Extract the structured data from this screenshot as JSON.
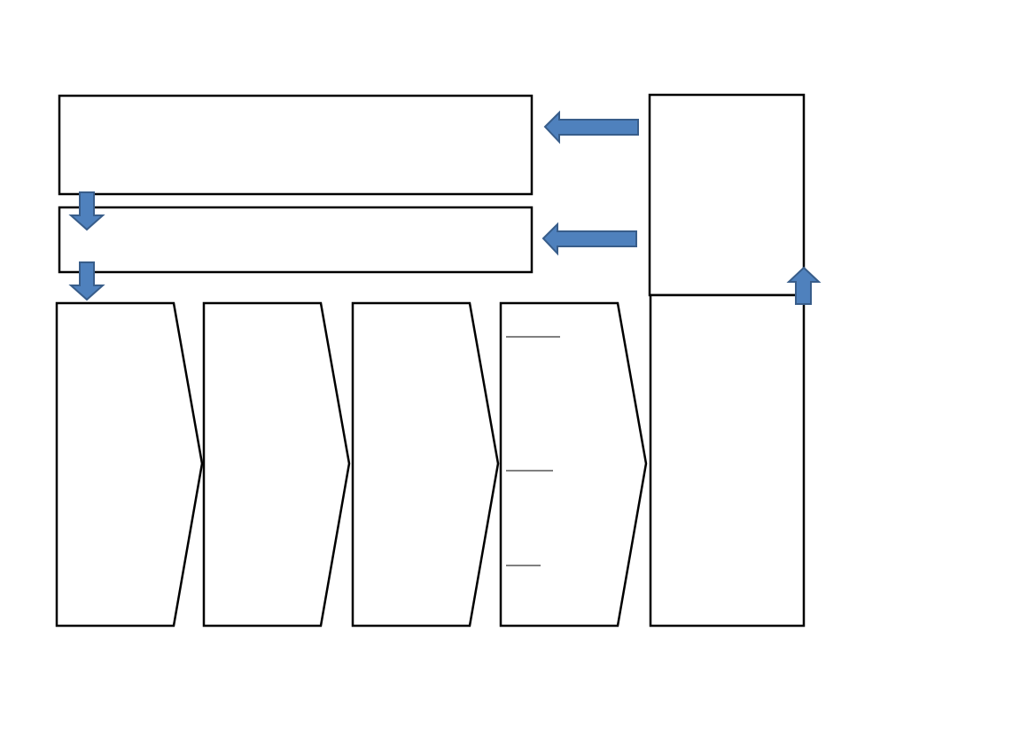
{
  "colors": {
    "arrow_fill": "#4F81BD",
    "arrow_stroke": "#385D8A",
    "box_stroke": "#000000",
    "background": "#FFFFFF"
  },
  "shapes": {
    "top_box": "rectangle",
    "middle_box": "rectangle",
    "right_upper_box": "rectangle",
    "right_lower_box": "rectangle",
    "pentagons": [
      "pentagon-arrow",
      "pentagon-arrow",
      "pentagon-arrow",
      "pentagon-arrow"
    ]
  },
  "arrows": [
    "left-arrow",
    "left-arrow",
    "down-arrow",
    "down-arrow",
    "up-arrow"
  ]
}
